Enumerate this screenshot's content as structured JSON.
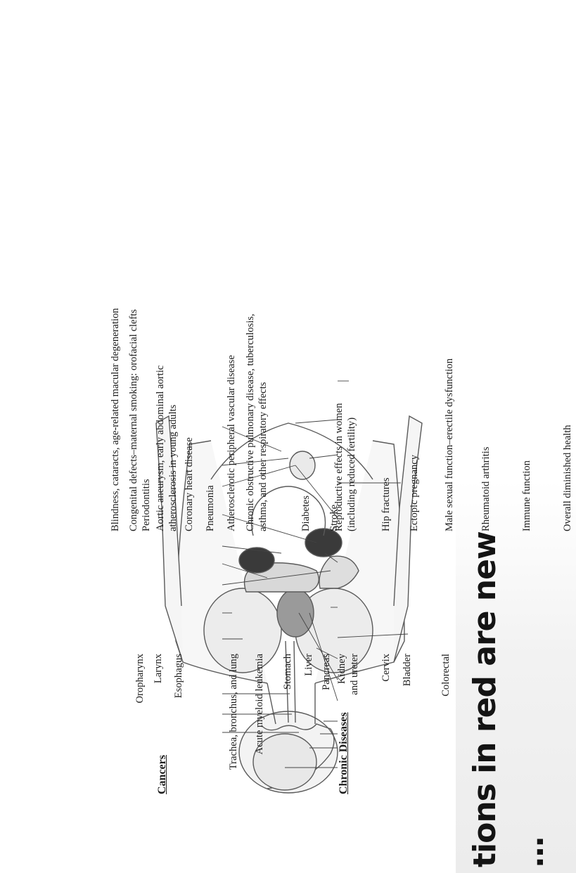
{
  "headers": {
    "cancers": "Cancers",
    "chronic": "Chronic Diseases"
  },
  "cancers": [
    {
      "id": "oropharynx",
      "label": "Oropharynx"
    },
    {
      "id": "larynx",
      "label": "Larynx"
    },
    {
      "id": "esophagus",
      "label": "Esophagus"
    },
    {
      "id": "trachea",
      "label": "Trachea, bronchus, and lung"
    },
    {
      "id": "leukemia",
      "label": "Acute myeloid leukemia"
    },
    {
      "id": "stomach",
      "label": "Stomach"
    },
    {
      "id": "liver",
      "label": "Liver"
    },
    {
      "id": "pancreas",
      "label": "Pancreas"
    },
    {
      "id": "kidney",
      "lines": [
        "Kidney",
        "and ureter"
      ]
    },
    {
      "id": "cervix",
      "label": "Cervix"
    },
    {
      "id": "bladder",
      "label": "Bladder"
    },
    {
      "id": "colorectal",
      "label": "Colorectal"
    }
  ],
  "chronic": [
    {
      "id": "stroke",
      "lines": [
        "Stroke"
      ]
    },
    {
      "id": "blindness",
      "lines": [
        "Blindness, cataracts, age-related macular degeneration"
      ]
    },
    {
      "id": "congenital",
      "lines": [
        "Congenital defects–maternal smoking: orofacial clefts"
      ]
    },
    {
      "id": "periodontitis",
      "lines": [
        "Periodontitis"
      ]
    },
    {
      "id": "aortic",
      "lines": [
        "Aortic aneurysm, early abdominal aortic",
        "atherosclerosis in young adults"
      ]
    },
    {
      "id": "coronary",
      "lines": [
        "Coronary heart disease"
      ]
    },
    {
      "id": "pneumonia",
      "lines": [
        "Pneumonia"
      ]
    },
    {
      "id": "peripheral",
      "lines": [
        "Atherosclerotic peripheral vascular disease"
      ]
    },
    {
      "id": "copd",
      "lines": [
        "Chronic obstructive pulmonary disease, tuberculosis,",
        "asthma, and other respiratory effects"
      ]
    },
    {
      "id": "diabetes",
      "lines": [
        "Diabetes"
      ]
    },
    {
      "id": "reproductive",
      "lines": [
        "Reproductive effects in women",
        "(including reduced fertility)"
      ]
    },
    {
      "id": "hip",
      "lines": [
        "Hip fractures"
      ]
    },
    {
      "id": "ectopic",
      "lines": [
        "Ectopic pregnancy"
      ]
    },
    {
      "id": "erectile",
      "lines": [
        "Male sexual function–erectile dysfunction"
      ]
    },
    {
      "id": "rheumatoid",
      "lines": [
        "Rheumatoid arthritis"
      ]
    },
    {
      "id": "immune",
      "lines": [
        "Immune function"
      ]
    },
    {
      "id": "overall",
      "lines": [
        "Overall diminished health"
      ]
    }
  ],
  "banner": {
    "line1": "tions in red are new",
    "line2": "…"
  },
  "colors": {
    "highlight": "#2b2b2b",
    "body_outline": "#5a5a5a"
  }
}
